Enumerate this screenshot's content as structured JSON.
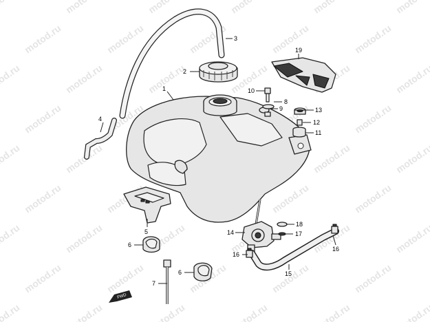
{
  "watermark": "motod.ru",
  "fwd_label": "FWD",
  "callouts": [
    {
      "num": "1"
    },
    {
      "num": "2"
    },
    {
      "num": "3"
    },
    {
      "num": "4"
    },
    {
      "num": "5"
    },
    {
      "num": "6"
    },
    {
      "num": "6"
    },
    {
      "num": "7"
    },
    {
      "num": "8"
    },
    {
      "num": "9"
    },
    {
      "num": "10"
    },
    {
      "num": "11"
    },
    {
      "num": "12"
    },
    {
      "num": "13"
    },
    {
      "num": "14"
    },
    {
      "num": "15"
    },
    {
      "num": "16"
    },
    {
      "num": "16"
    },
    {
      "num": "17"
    },
    {
      "num": "18"
    },
    {
      "num": "19"
    }
  ]
}
